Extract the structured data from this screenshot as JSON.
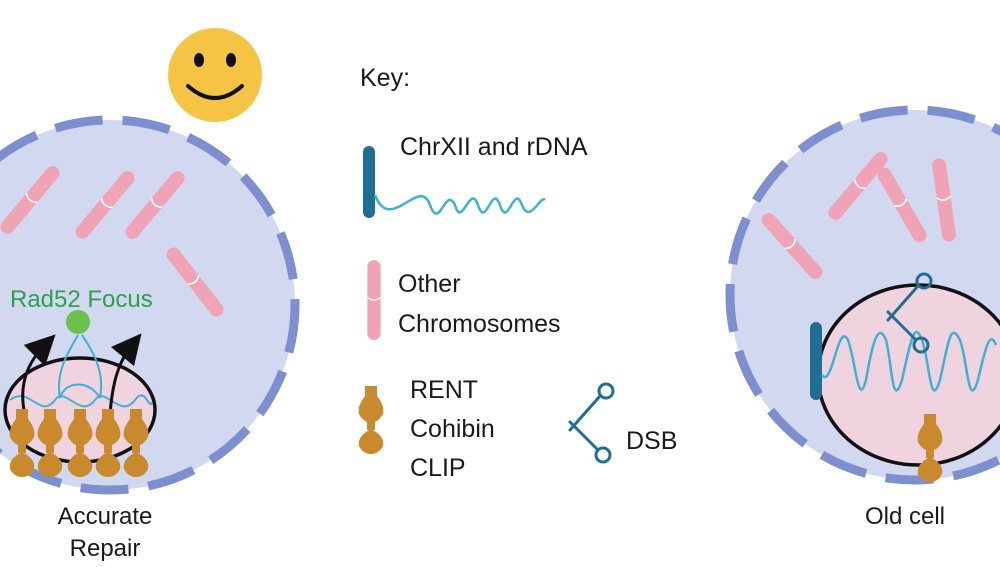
{
  "key": {
    "title": "Key:",
    "chrxii": "ChrXII and rDNA",
    "other_line1": "Other",
    "other_line2": "Chromosomes",
    "rent": "RENT",
    "cohibin": "Cohibin",
    "clip": "CLIP",
    "dsb": "DSB"
  },
  "left_cell": {
    "focus_label": "Rad52 Focus",
    "caption_line1": "Accurate",
    "caption_line2": "Repair"
  },
  "right_cell": {
    "caption": "Old cell"
  },
  "colors": {
    "membrane": "#7d8fcf",
    "nucleoplasm": "#d2d8ef",
    "nucleolus": "#efd4e0",
    "chrxii": "#1f6e93",
    "rdna": "#3fb1d4",
    "other_chromosome": "#f0a3b4",
    "anchor_protein": "#c98a2e",
    "rad52": "#6cc24a",
    "smiley": "#f6c445"
  },
  "icons": [
    "smiley-face-icon",
    "scissors-icon",
    "arrow-icon"
  ]
}
